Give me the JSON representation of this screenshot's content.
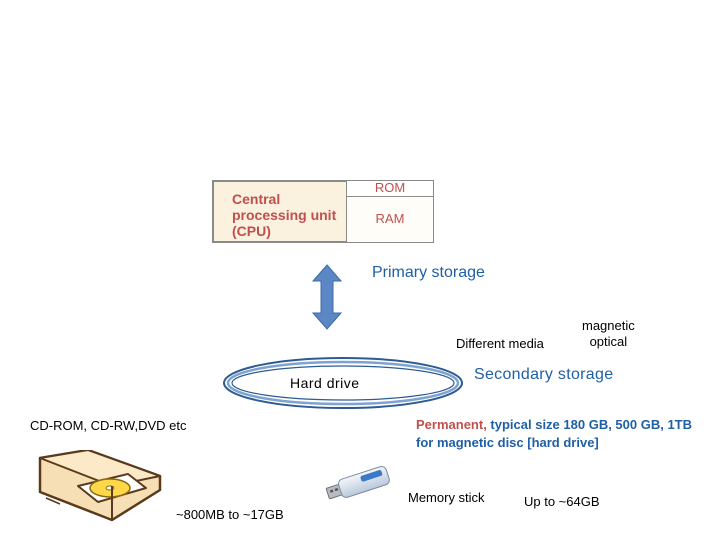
{
  "cpu_box": {
    "cpu_label": "Central processing unit (CPU)",
    "rom_label": "ROM",
    "ram_label": "RAM"
  },
  "labels": {
    "primary_storage": "Primary storage",
    "different_media": "Different media",
    "magnetic": "magnetic",
    "optical": "optical",
    "secondary_storage": "Secondary storage",
    "hard_drive": "Hard drive",
    "cd_types": "CD-ROM, CD-RW,DVD etc",
    "permanent_word": "Permanent,",
    "permanent_rest": " typical size 180 GB, 500 GB, 1TB for magnetic disc [hard drive]",
    "cd_capacity": "~800MB to ~17GB",
    "memory_stick": "Memory stick",
    "stick_capacity": "Up to ~64GB"
  },
  "colors": {
    "accent_blue": "#1f5fa6",
    "cpu_red": "#c0504d",
    "arrow_fill": "#5b87c5",
    "cpu_bg": "#fbf1df"
  },
  "icons": {
    "double_arrow": "double-vertical-arrow-icon",
    "disc_ring": "hard-disk-ring-icon",
    "cd_drive": "cd-drive-icon",
    "usb_stick": "usb-stick-icon"
  }
}
